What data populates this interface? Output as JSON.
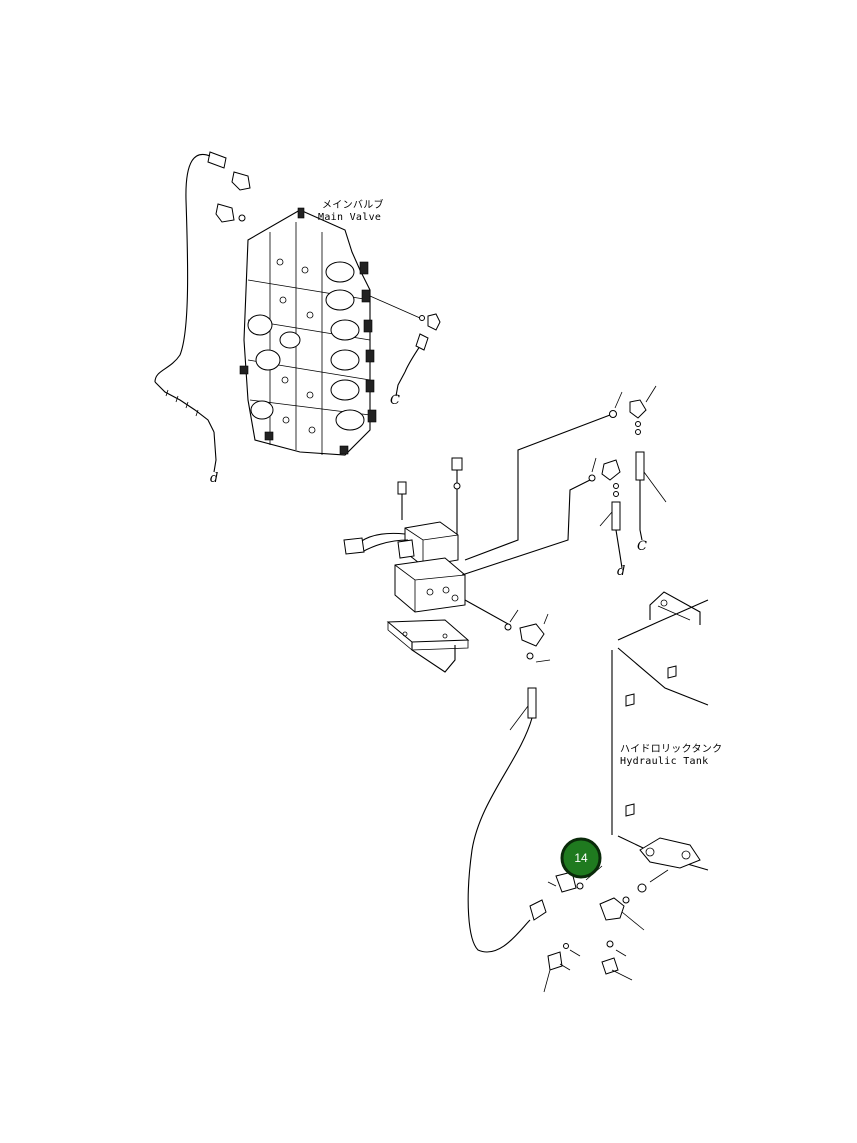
{
  "labels": {
    "main_valve_jp": "メインバルブ",
    "main_valve_en": "Main Valve",
    "hyd_tank_jp": "ハイドロリックタンク",
    "hyd_tank_en": "Hydraulic Tank"
  },
  "connectors": {
    "c_upper": "C",
    "c_right": "C",
    "d_left": "d",
    "d_right": "d"
  },
  "callout": {
    "number": "14",
    "color": "#1f7a1f",
    "border_color": "#0a2a0a"
  }
}
